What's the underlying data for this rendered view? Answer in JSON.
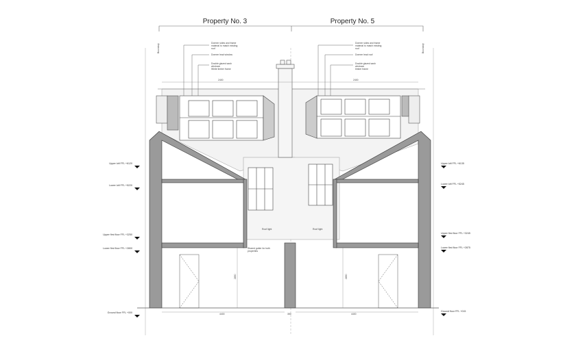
{
  "titles": {
    "left": "Property No. 3",
    "right": "Property No. 5"
  },
  "annotations_left": {
    "a1_l1": "Dormer sides and frame",
    "a1_l2": "material to match existing",
    "a1_l3": "roof",
    "a2": "Dormer lead window",
    "a3_l1": "Double glazed sash",
    "a3_l2": "windows",
    "a3_l3": "White timber frame"
  },
  "annotations_right": {
    "a1_l1": "Dormer sides and frame",
    "a1_l2": "material to match existing",
    "a1_l3": "roof",
    "a2": "Dormer lead roof",
    "a3_l1": "Double glazed sash",
    "a3_l2": "windows",
    "a3_l3": "timber frame"
  },
  "levels_left": [
    "Upper loft FFL +6120",
    "Lower loft FFL +5220",
    "Upper first floor FFL +3250",
    "Lower first floor FFL +2800",
    "Ground floor FFL +000"
  ],
  "levels_right": [
    "Upper loft FFL +6135",
    "Lower loft FFL +5245",
    "Upper first floor FFL +3245",
    "Lower first floor FFL +2875",
    "Ground floor FFL +015"
  ],
  "notes": {
    "roof_light_left": "Roof light",
    "roof_light_right": "Roof light",
    "gutter_l1": "Shared gutter for both",
    "gutter_l2": "properties"
  },
  "dimensions": {
    "left_width": "4400",
    "right_width": "4400",
    "party_wall": "350",
    "height_left": "2850",
    "height_right": "2850",
    "dormer_left": "2400",
    "dormer_right": "2400"
  },
  "boundary_label": "Boundary"
}
